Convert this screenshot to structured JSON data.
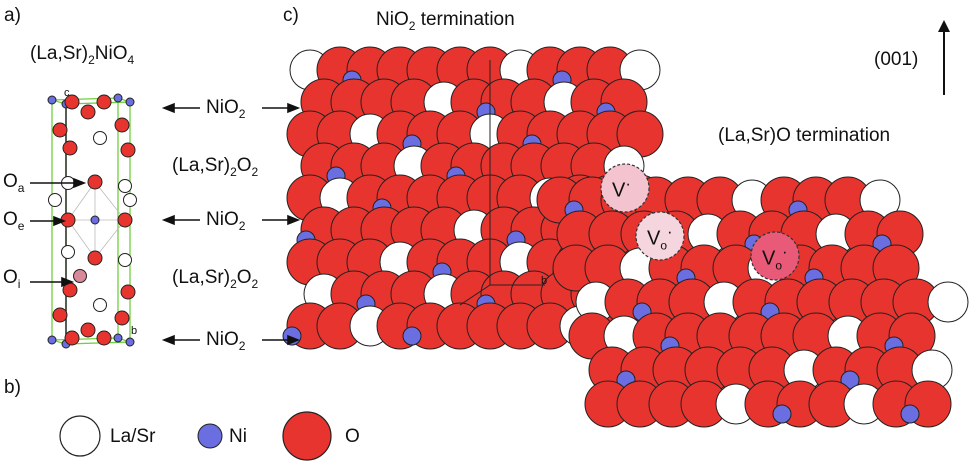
{
  "panel_a": {
    "label": "a)",
    "compound_html": "(La,Sr)<sub>2</sub>NiO<sub>4</sub>",
    "cell_axis_c": "c",
    "cell_axis_b": "b",
    "oxygen_sites": [
      {
        "id": "a",
        "html": "O<sub>a</sub>"
      },
      {
        "id": "e",
        "html": "O<sub>e</sub>"
      },
      {
        "id": "i",
        "html": "O<sub>i</sub>"
      }
    ],
    "layers": [
      {
        "id": "nio2-top",
        "html": "NiO<sub>2</sub>"
      },
      {
        "id": "lasro-1",
        "html": "(La,Sr)<sub>2</sub>O<sub>2</sub>"
      },
      {
        "id": "nio2-mid",
        "html": "NiO<sub>2</sub>"
      },
      {
        "id": "lasro-2",
        "html": "(La,Sr)<sub>2</sub>O<sub>2</sub>"
      },
      {
        "id": "nio2-bottom",
        "html": "NiO<sub>2</sub>"
      }
    ]
  },
  "panel_b": {
    "label": "b)",
    "legend": [
      {
        "id": "lasr",
        "label": "La/Sr",
        "color": "#ffffff"
      },
      {
        "id": "ni",
        "label": "Ni",
        "color": "#6a6ee0"
      },
      {
        "id": "o",
        "label": "O",
        "color": "#e8342f"
      }
    ]
  },
  "panel_c": {
    "label": "c)",
    "nio2_termination_html": "NiO<sub>2</sub> termination",
    "lasro_termination": "(La,Sr)O termination",
    "direction": "(001)",
    "axis_b": "b",
    "vacancies": [
      {
        "id": "v1",
        "html": "V<sup>·</sup>",
        "color": "#f3c3cf"
      },
      {
        "id": "v2",
        "html": "V<sub>o</sub><sup>·</sup>",
        "color": "#f6d6de"
      },
      {
        "id": "v3",
        "html": "V<sub>o</sub><sup>·</sup>",
        "color": "#e85a78"
      }
    ]
  },
  "colors": {
    "oxygen": "#e8342f",
    "nickel": "#6a6ee0",
    "la_sr": "#ffffff",
    "cell_edge": "#6fcf3f"
  }
}
